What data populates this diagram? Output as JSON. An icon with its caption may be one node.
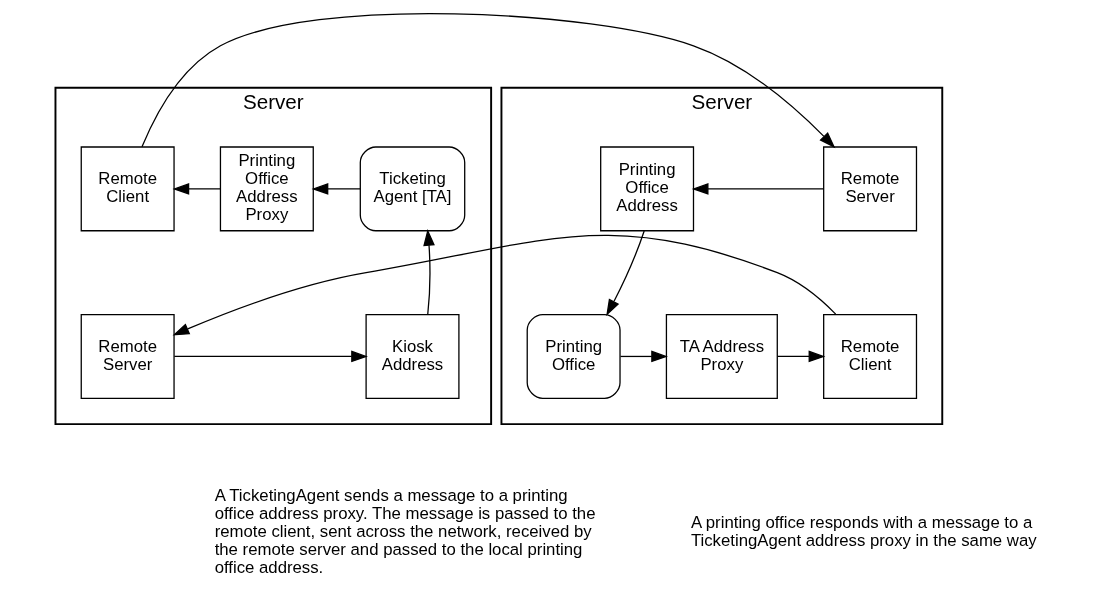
{
  "diagram": {
    "nodes": [
      {
        "text": [
          "Server"
        ]
      },
      {
        "text": [
          "Ticketing Agent [TA]"
        ],
        "in": 0
      },
      {
        "text": [
          "Printing Office Address Proxy"
        ],
        "in": 0
      },
      {
        "text": [
          "Remote Client"
        ],
        "in": 0
      },
      {
        "text": [
          "Kiosk Address"
        ],
        "in": 0
      },
      {
        "text": [
          "Remote Server"
        ],
        "in": 0
      },
      {
        "text": [
          "Server"
        ]
      },
      {
        "text": [
          "Remote Server"
        ],
        "in": 6
      },
      {
        "text": [
          "Printing Office Address"
        ],
        "in": 6
      },
      {
        "text": [
          "Printing Office"
        ],
        "in": 6
      },
      {
        "text": [
          "TA Address Proxy"
        ],
        "in": 6
      },
      {
        "text": [
          "Remote Client"
        ],
        "in": 6
      }
    ],
    "edges": [
      {
        "from": 1,
        "to": 2,
        "arrow": "to"
      },
      {
        "from": 2,
        "to": 3,
        "arrow": "to"
      },
      {
        "from": 3,
        "to": 7,
        "arrow": "to"
      },
      {
        "from": 7,
        "to": 8,
        "arrow": "to"
      },
      {
        "from": 8,
        "to": 9,
        "arrow": "to"
      },
      {
        "from": 9,
        "to": 10,
        "arrow": "to"
      },
      {
        "from": 10,
        "to": 11,
        "arrow": "to"
      },
      {
        "from": 11,
        "to": 5,
        "arrow": "to"
      },
      {
        "from": 5,
        "to": 4,
        "arrow": "to"
      },
      {
        "from": 4,
        "to": 1,
        "arrow": "to"
      }
    ],
    "labels": [
      "A TicketingAgent sends a message to a printing office address proxy. The message is passed to the remote client, sent across the network, received by the remote server and passed to the local printing office address.",
      "A printing office responds with a message to a TicketingAgent address proxy in the same way"
    ]
  }
}
